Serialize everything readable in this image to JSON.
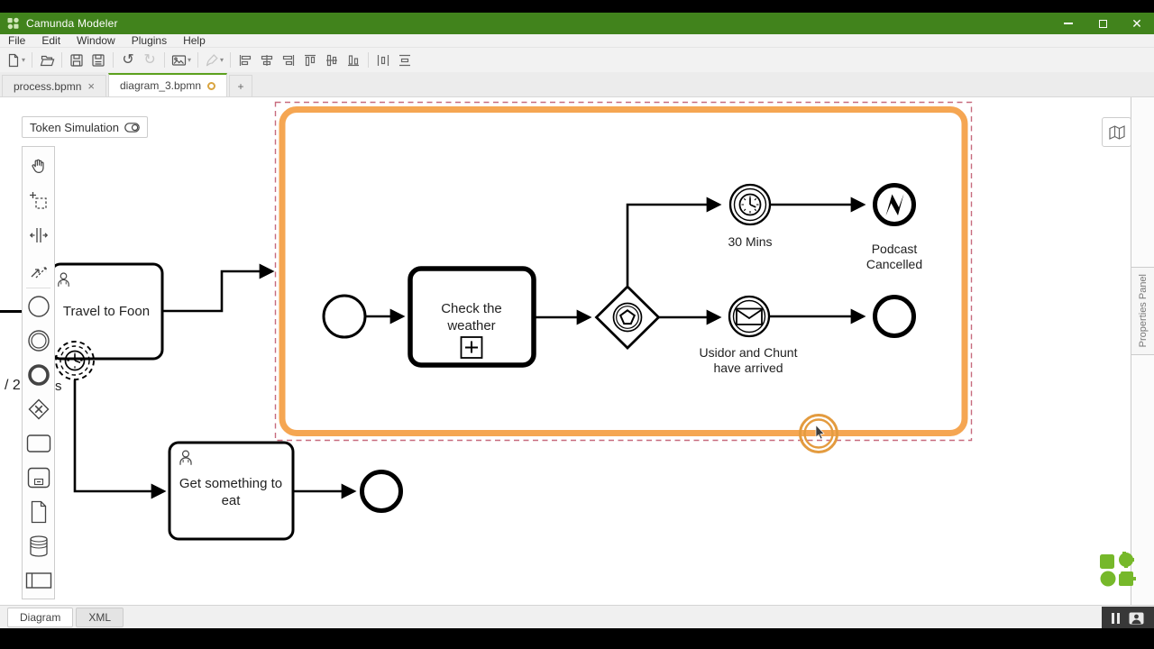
{
  "window": {
    "title": "Camunda Modeler",
    "controls": [
      "minimize",
      "maximize",
      "close"
    ]
  },
  "menu": {
    "items": [
      "File",
      "Edit",
      "Window",
      "Plugins",
      "Help"
    ]
  },
  "toolbar": {
    "undo_glyph": "↺",
    "redo_glyph": "↻",
    "caret_glyph": "▾",
    "buttons": [
      "new-file",
      "open-file",
      "save",
      "save-as",
      "undo",
      "redo",
      "export-image",
      "format-brush",
      "align-left",
      "align-vertical-center",
      "align-right",
      "align-top",
      "align-horizontal-center",
      "align-bottom",
      "distribute-horizontally",
      "distribute-vertically"
    ],
    "disabled_buttons": [
      "redo",
      "format-brush"
    ]
  },
  "tabs": {
    "items": [
      {
        "label": "process.bpmn",
        "close_glyph": "×",
        "active": false,
        "dirty": false
      },
      {
        "label": "diagram_3.bpmn",
        "active": true,
        "dirty": true
      }
    ],
    "new_tab_label": "+"
  },
  "simulation": {
    "token_button_label": "Token Simulation"
  },
  "palette": {
    "items": [
      "hand-tool",
      "lasso-tool",
      "space-tool",
      "global-connect-tool",
      "create-start-event",
      "create-intermediate-event",
      "create-end-event",
      "create-gateway",
      "create-task",
      "create-subprocess",
      "create-data-object",
      "create-data-store",
      "create-participant"
    ]
  },
  "diagram": {
    "labels": {
      "travel_task": "Travel to Foon",
      "fragment_left": "/ 2",
      "fragment_right": "s",
      "check_line1": "Check the",
      "check_line2": "weather",
      "timer_label": "30 Mins",
      "podcast_line1": "Podcast",
      "podcast_line2": "Cancelled",
      "msg_line1": "Usidor and Chunt",
      "msg_line2": "have arrived",
      "eat_line1": "Get something to",
      "eat_line2": "eat"
    },
    "elements": [
      "start-event",
      "check-the-weather-subprocess",
      "event-based-gateway",
      "timer-intermediate-event",
      "error-end-event",
      "message-intermediate-event",
      "end-event",
      "expanded-subprocess",
      "travel-to-foon-user-task",
      "boundary-timer-event",
      "get-something-to-eat-user-task",
      "end-event-eat",
      "token-boundary-highlight"
    ]
  },
  "properties_panel": {
    "label": "Properties Panel"
  },
  "footer": {
    "diagram_tab": "Diagram",
    "xml_tab": "XML"
  },
  "colors": {
    "titlebar_green": "#41831c",
    "camunda_green": "#76b82a",
    "active_tab_green": "#5ca11e",
    "subprocess_orange": "#f5a652",
    "selection_pink": "#c76b7e",
    "token_orange": "#e39b3f",
    "dirty_indicator_orange": "#d9a43f"
  }
}
